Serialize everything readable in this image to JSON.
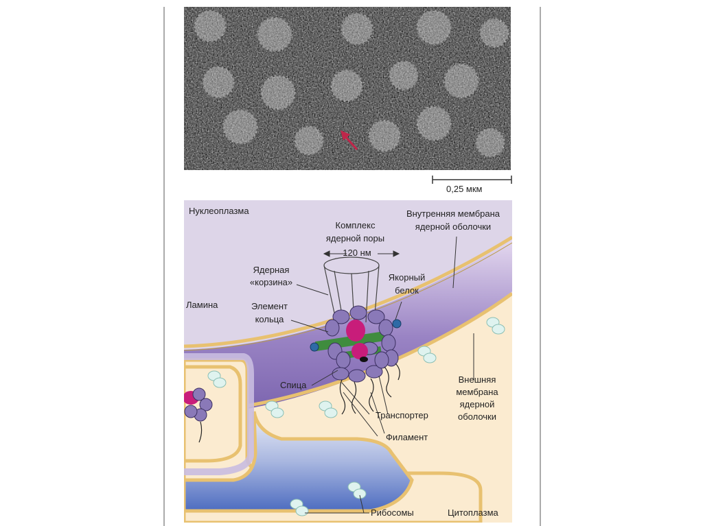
{
  "micrograph": {
    "scale_bar_label": "0,25 мкм"
  },
  "diagram": {
    "labels": {
      "nucleoplasm": "Нуклеоплазма",
      "pore_complex_line1": "Комплекс",
      "pore_complex_line2": "ядерной поры",
      "pore_width": "120 нм",
      "basket_line1": "Ядерная",
      "basket_line2": "«корзина»",
      "inner_membrane_line1": "Внутренняя мембрана",
      "inner_membrane_line2": "ядерной оболочки",
      "anchor_protein_line1": "Якорный",
      "anchor_protein_line2": "белок",
      "lamina": "Ламина",
      "ring_element_line1": "Элемент",
      "ring_element_line2": "кольца",
      "spoke": "Спица",
      "outer_membrane_line1": "Внешняя",
      "outer_membrane_line2": "мембрана",
      "outer_membrane_line3": "ядерной",
      "outer_membrane_line4": "оболочки",
      "transporter": "Транспортер",
      "filament": "Филамент",
      "ribosomes": "Рибосомы",
      "cytoplasm": "Цитоплазма"
    }
  },
  "colors": {
    "nucleoplasm": "#ddd5e8",
    "membrane_lumen": "#8e78bb",
    "membrane_gold": "#e8c170",
    "cytoplasm": "#fbebd0",
    "er_blue": "#5b79c4",
    "pore_purple": "#8a79b8",
    "transporter_magenta": "#c81d7a",
    "spoke_green": "#3f8c3e",
    "anchor_blue": "#2e6aa6"
  }
}
